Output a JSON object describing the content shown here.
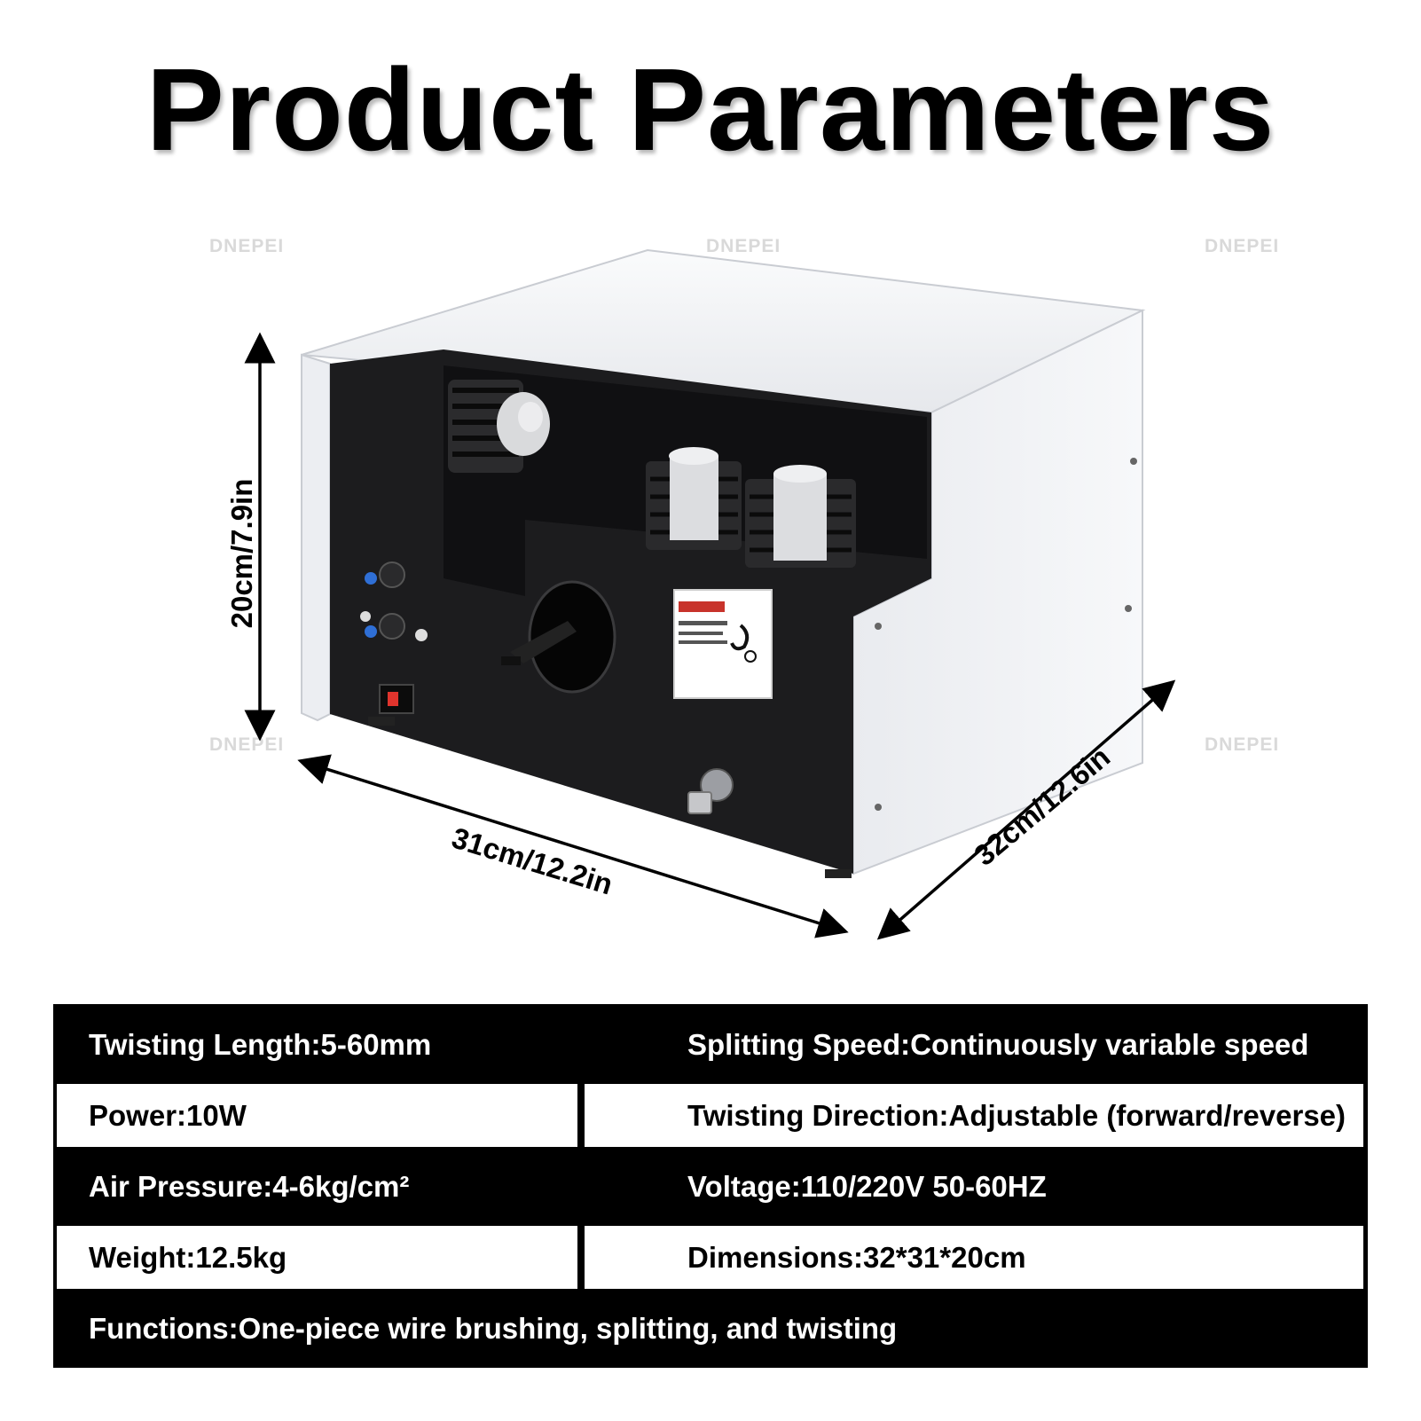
{
  "title": "Product Parameters",
  "watermark": "DNEPEI",
  "dimensions": {
    "height": "20cm/7.9in",
    "width": "31cm/12.2in",
    "depth": "32cm/12.6in"
  },
  "parameters": [
    [
      "Twisting Length:5-60mm",
      "Splitting Speed:Continuously variable speed"
    ],
    [
      "Power:10W",
      "Twisting Direction:Adjustable (forward/reverse)"
    ],
    [
      "Air Pressure:4-6kg/cm²",
      "Voltage:110/220V 50-60HZ"
    ],
    [
      "Weight:12.5kg",
      "Dimensions:32*31*20cm"
    ],
    [
      "Functions:One-piece wire brushing, splitting, and twisting"
    ]
  ],
  "colors": {
    "table_dark": "#000000",
    "table_light": "#ffffff",
    "machine_body": "#f1f2f5",
    "machine_panel": "#1c1c1e",
    "button_blue": "#2f6fd6"
  }
}
